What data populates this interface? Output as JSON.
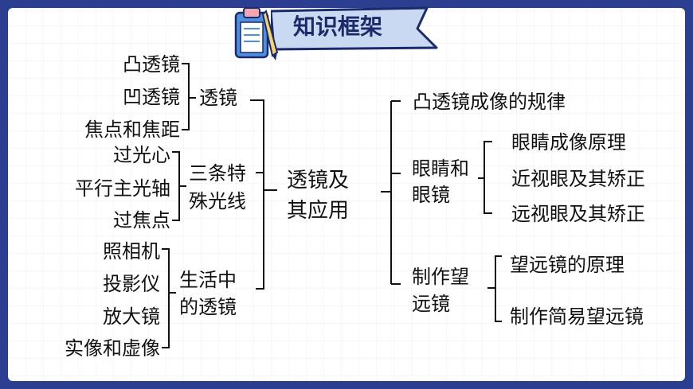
{
  "title": "知识框架",
  "center": [
    "透镜及",
    "其应用"
  ],
  "left": {
    "lens": {
      "label": "透镜",
      "items": [
        "凸透镜",
        "凹透镜",
        "焦点和焦距"
      ]
    },
    "rays": {
      "label": [
        "三条特",
        "殊光线"
      ],
      "items": [
        "过光心",
        "平行主光轴",
        "过焦点"
      ]
    },
    "life": {
      "label": [
        "生活中",
        "的透镜"
      ],
      "items": [
        "照相机",
        "投影仪",
        "放大镜",
        "实像和虚像"
      ]
    }
  },
  "right": {
    "rule": "凸透镜成像的规律",
    "eye": {
      "label": [
        "眼睛和",
        "眼镜"
      ],
      "items": [
        "眼睛成像原理",
        "近视眼及其矫正",
        "远视眼及其矫正"
      ]
    },
    "telescope": {
      "label": [
        "制作望",
        "远镜"
      ],
      "items": [
        "望远镜的原理",
        "制作简易望远镜"
      ]
    }
  },
  "colors": {
    "background": "#2b3e8f",
    "banner": "#c9d9f2",
    "bracket": "#111111"
  },
  "icons": [
    "clipboard-icon",
    "pencil-icon"
  ]
}
